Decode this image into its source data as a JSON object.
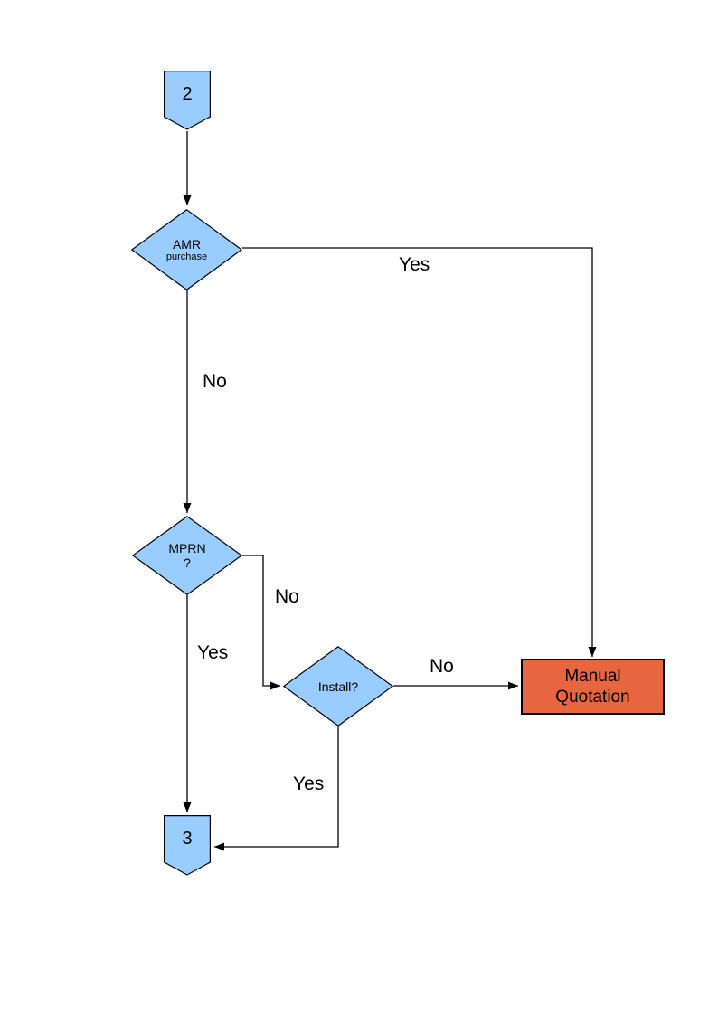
{
  "colors": {
    "node_fill": "#99CCFF",
    "node_stroke": "#000000",
    "terminal_fill": "#E8663F",
    "edge": "#000000",
    "text": "#000000"
  },
  "nodes": {
    "start_connector": {
      "label": "2"
    },
    "amr": {
      "line1": "AMR",
      "line2": "purchase"
    },
    "mprn": {
      "line1": "MPRN",
      "line2": "?"
    },
    "install": {
      "label": "Install?"
    },
    "manual_quotation": {
      "line1": "Manual",
      "line2": "Quotation"
    },
    "end_connector": {
      "label": "3"
    }
  },
  "edge_labels": {
    "amr_yes": "Yes",
    "amr_no": "No",
    "mprn_no": "No",
    "mprn_yes": "Yes",
    "install_no": "No",
    "install_yes": "Yes"
  }
}
